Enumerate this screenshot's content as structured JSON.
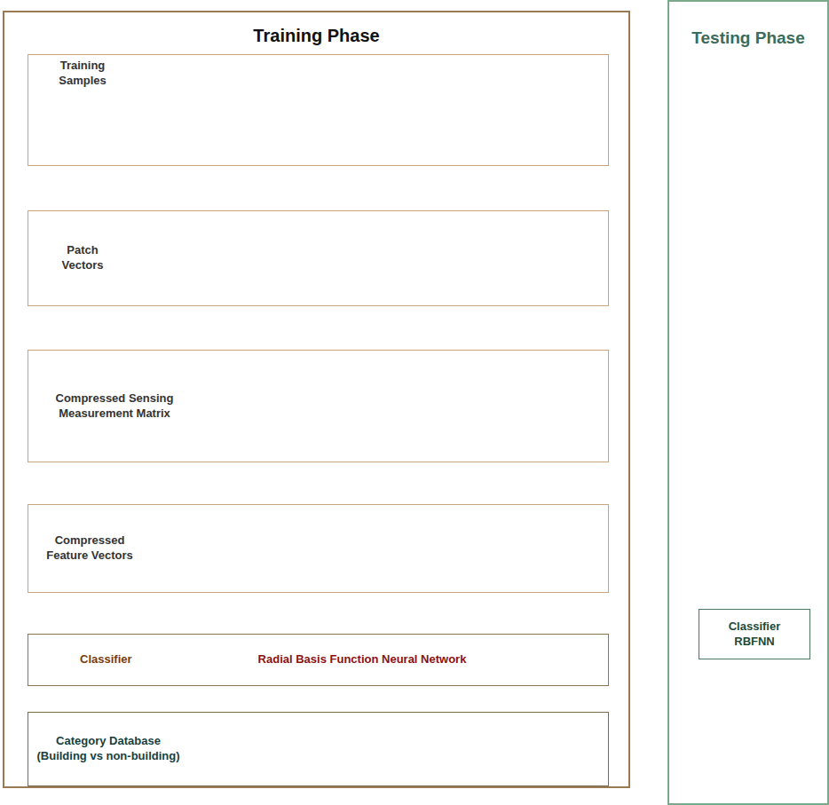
{
  "diagram": {
    "nodes": [
      {
        "text": [
          "Training Phase"
        ]
      },
      {
        "text": [
          "Training Samples"
        ],
        "in": 0
      },
      {
        "text": [
          "Patch Vectors"
        ],
        "in": 0
      },
      {
        "text": [
          "Compressed Sensing Measurement Matrix"
        ],
        "in": 0
      },
      {
        "text": [
          "Compressed Feature Vectors"
        ],
        "in": 0
      },
      {
        "text": [
          "Classifier",
          "Radial Basis Function Neural Network"
        ],
        "in": 0
      },
      {
        "text": [
          "Category Database (Building vs non-building)"
        ],
        "in": 0
      },
      {
        "text": [
          "Testing Phase"
        ]
      },
      {
        "text": [
          "Classifier RBFNN"
        ],
        "in": 7
      }
    ],
    "edges": [
      {
        "from": 1,
        "to": 2,
        "arrow": "to"
      },
      {
        "from": 1,
        "to": 2,
        "arrow": "to"
      },
      {
        "from": 1,
        "to": 2,
        "arrow": "to"
      },
      {
        "from": 1,
        "to": 2,
        "arrow": "to"
      },
      {
        "from": 2,
        "to": 3,
        "arrow": "to"
      },
      {
        "from": 2,
        "to": 3,
        "arrow": "to"
      },
      {
        "from": 2,
        "to": 3,
        "arrow": "to"
      },
      {
        "from": 2,
        "to": 3,
        "arrow": "to"
      },
      {
        "from": 3,
        "to": 4,
        "arrow": "to"
      },
      {
        "from": 3,
        "to": 4,
        "arrow": "to"
      },
      {
        "from": 3,
        "to": 4,
        "arrow": "to"
      },
      {
        "from": 3,
        "to": 4,
        "arrow": "to"
      },
      {
        "from": 4,
        "to": 5,
        "arrow": "to"
      },
      {
        "from": 4,
        "to": 5,
        "arrow": "to"
      },
      {
        "from": 4,
        "to": 5,
        "arrow": "to"
      },
      {
        "from": 4,
        "to": 5,
        "arrow": "to"
      },
      {
        "from": 5,
        "to": 6,
        "arrow": "to"
      },
      {
        "from": 6,
        "to": 8,
        "arrow": "to"
      }
    ]
  }
}
